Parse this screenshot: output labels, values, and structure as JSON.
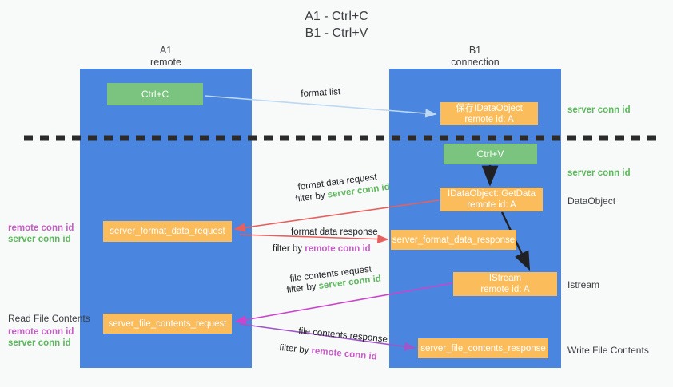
{
  "title": {
    "line1": "A1 - Ctrl+C",
    "line2": "B1 - Ctrl+V"
  },
  "columns": [
    {
      "id": "a1",
      "name": "A1",
      "role": "remote"
    },
    {
      "id": "b1",
      "name": "B1",
      "role": "connection"
    }
  ],
  "boxes": {
    "ctrl_c": {
      "label": "Ctrl+C",
      "color": "#7ac47f"
    },
    "ctrl_v": {
      "label": "Ctrl+V",
      "color": "#7ac47f"
    },
    "save_idataobject": {
      "line1": "保存IDataObject",
      "line2": "remote id: A",
      "color": "#fbbc5c"
    },
    "getdata": {
      "line1": "IDataObject::GetData",
      "line2": "remote id: A",
      "color": "#fbbc5c"
    },
    "istream": {
      "line1": "IStream",
      "line2": "remote id: A",
      "color": "#fbbc5c"
    },
    "server_format_data_request": {
      "label": "server_format_data_request",
      "color": "#fbbc5c"
    },
    "server_format_data_response": {
      "label": "server_format_data_response",
      "color": "#fbbc5c"
    },
    "server_file_contents_request": {
      "label": "server_file_contents_request",
      "color": "#fbbc5c"
    },
    "server_file_contents_response": {
      "label": "server_file_contents_response",
      "color": "#fbbc5c"
    }
  },
  "flow_labels": {
    "format_list": "format list",
    "format_data_request": "format data request",
    "format_data_request_filter_prefix": "filter by ",
    "format_data_request_filter_key": "server conn id",
    "format_data_response": "format data response",
    "format_data_response_filter_prefix": "filter by ",
    "format_data_response_filter_key": "remote conn id",
    "file_contents_request": "file contents request",
    "file_contents_request_filter_prefix": "filter by ",
    "file_contents_request_filter_key": "server conn id",
    "file_contents_response": "file contents response",
    "file_contents_response_filter_prefix": "filter by ",
    "file_contents_response_filter_key": "remote conn id"
  },
  "right_annotations": {
    "server_conn_id_1": "server conn id",
    "server_conn_id_2": "server conn id",
    "dataobject": "DataObject",
    "istream": "Istream",
    "write_file_contents": "Write File Contents"
  },
  "left_annotations": {
    "group1_remote": "remote conn id",
    "group1_server": "server conn id",
    "read_file_contents": "Read File Contents",
    "group2_remote": "remote conn id",
    "group2_server": "server conn id"
  },
  "colors": {
    "background": "#f8f9f9",
    "lifeline_blue": "#4a86e0",
    "box_green": "#7ac47f",
    "box_orange": "#fbbc5c",
    "accent_green": "#5cb85c",
    "accent_purple": "#c45ec4",
    "arrow_light_blue": "#bcd8f2",
    "arrow_red": "#e8605d",
    "arrow_magenta": "#cc44cc",
    "arrow_purple": "#a055c8",
    "arrow_black": "#202124",
    "divider": "#2b2b2b"
  }
}
